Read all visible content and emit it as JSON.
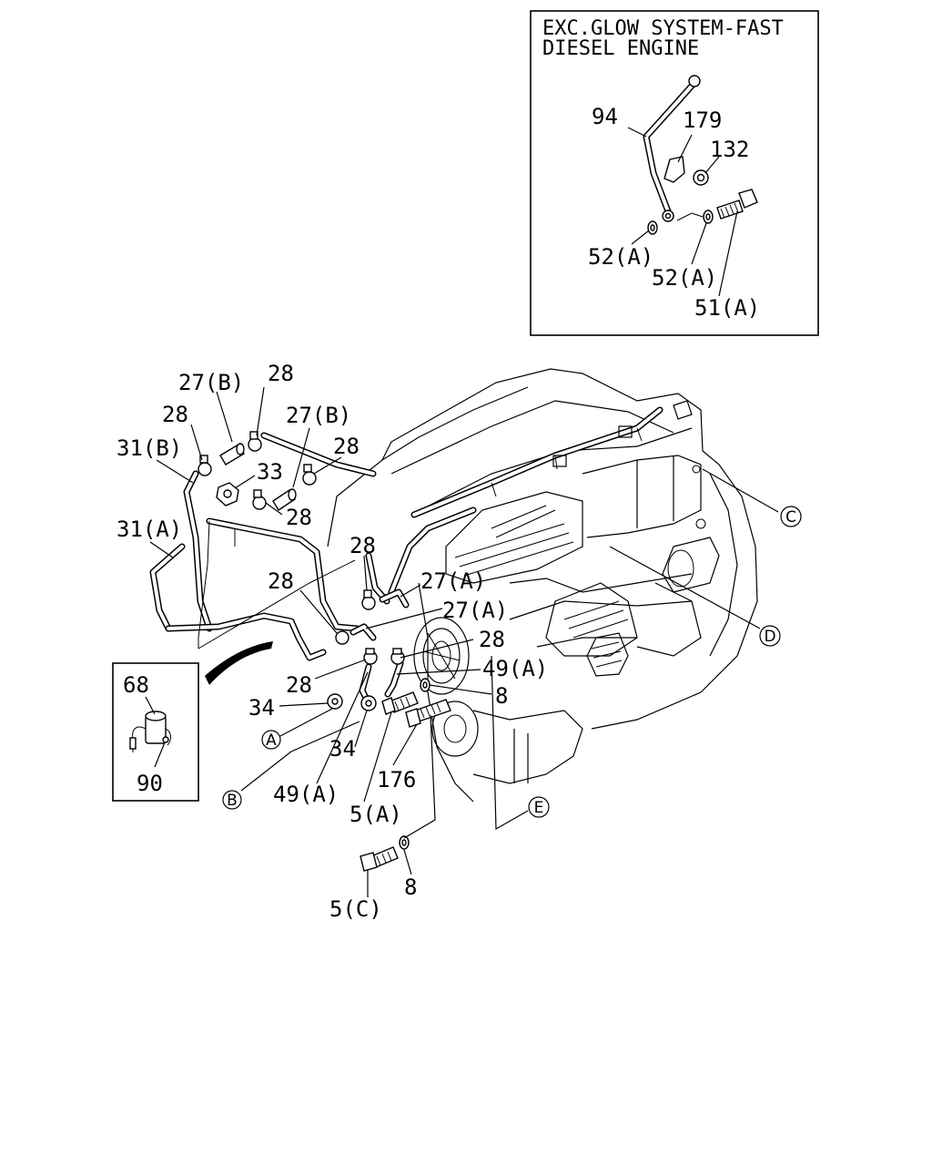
{
  "inset_top": {
    "title_line1": "EXC.GLOW SYSTEM-FAST",
    "title_line2": "DIESEL ENGINE",
    "labels": {
      "p94": "94",
      "p179": "179",
      "p132": "132",
      "p52a_1": "52(A)",
      "p52a_2": "52(A)",
      "p51a": "51(A)"
    }
  },
  "inset_small": {
    "labels": {
      "p68": "68",
      "p90": "90"
    }
  },
  "main": {
    "labels": {
      "l27b_1": "27(B)",
      "l28_1": "28",
      "l28_2": "28",
      "l27b_2": "27(B)",
      "l31b": "31(B)",
      "l28_3": "28",
      "l33": "33",
      "l28_4": "28",
      "l31a": "31(A)",
      "l28_5": "28",
      "l28_6": "28",
      "l27a_1": "27(A)",
      "l27a_2": "27(A)",
      "l28_7": "28",
      "l28_8": "28",
      "l49a_1": "49(A)",
      "l34_1": "34",
      "l8_1": "8",
      "l34_2": "34",
      "l176": "176",
      "l49a_2": "49(A)",
      "l5a": "5(A)",
      "l5c": "5(C)",
      "l8_2": "8"
    },
    "refs": {
      "ref_a": "A",
      "ref_b": "B",
      "ref_c": "C",
      "ref_d": "D",
      "ref_e": "E"
    }
  }
}
